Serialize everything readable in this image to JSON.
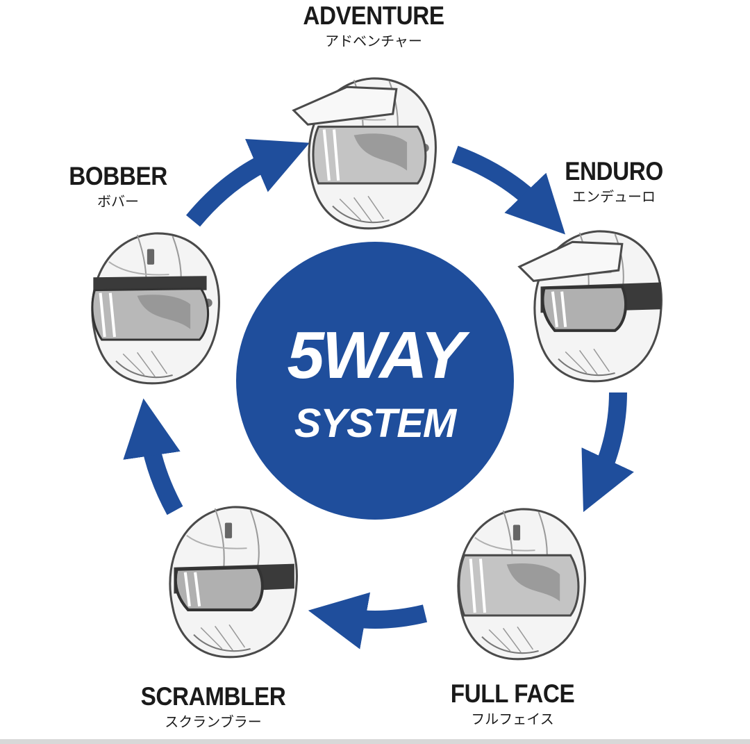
{
  "colors": {
    "brand_blue": "#1f4e9c",
    "helmet_white": "#f4f4f4",
    "helmet_line": "#4a4a4a",
    "visor_dark": "#5a5a5a",
    "shield_gray": "#b9b9b9"
  },
  "center": {
    "line1": "5WAY",
    "line2": "SYSTEM"
  },
  "modes": [
    {
      "en": "ADVENTURE",
      "ja": "アドベンチャー",
      "icon": "adventure-helmet-icon"
    },
    {
      "en": "ENDURO",
      "ja": "エンデューロ",
      "icon": "enduro-helmet-icon"
    },
    {
      "en": "FULL FACE",
      "ja": "フルフェイス",
      "icon": "full-face-helmet-icon"
    },
    {
      "en": "SCRAMBLER",
      "ja": "スクランブラー",
      "icon": "scrambler-helmet-icon"
    },
    {
      "en": "BOBBER",
      "ja": "ボバー",
      "icon": "bobber-helmet-icon"
    }
  ]
}
